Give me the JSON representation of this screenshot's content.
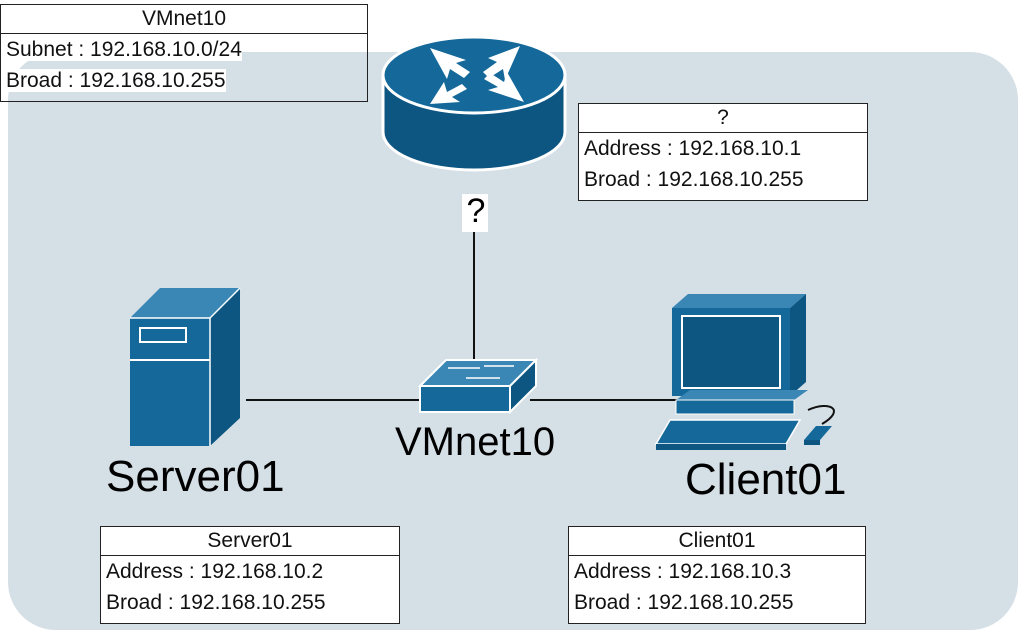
{
  "network_box": {
    "title": "VMnet10",
    "rows": [
      "Subnet : 192.168.10.0/24",
      "Broad : 192.168.10.255"
    ]
  },
  "router": {
    "link_label": "?",
    "box": {
      "title": "?",
      "rows": [
        "Address : 192.168.10.1",
        "Broad : 192.168.10.255"
      ]
    }
  },
  "switch": {
    "label": "VMnet10"
  },
  "server": {
    "label": "Server01",
    "box": {
      "title": "Server01",
      "rows": [
        "Address : 192.168.10.2",
        "Broad : 192.168.10.255"
      ]
    }
  },
  "client": {
    "label": "Client01",
    "box": {
      "title": "Client01",
      "rows": [
        "Address : 192.168.10.3",
        "Broad : 192.168.10.255"
      ]
    }
  },
  "colors": {
    "background_panel": "#d5dfe6",
    "device": "#14699a",
    "device_dark": "#0d5682"
  }
}
